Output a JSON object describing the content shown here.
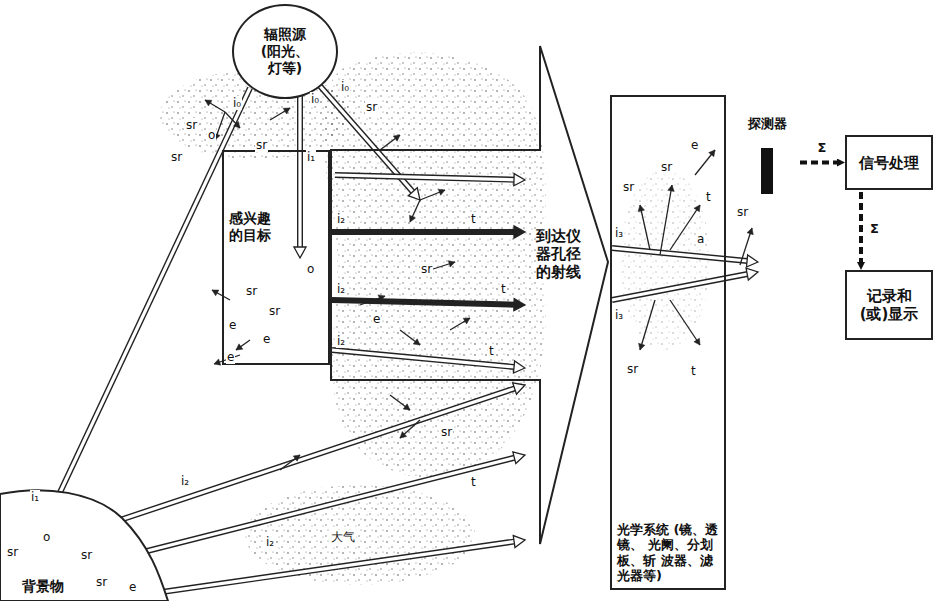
{
  "diagram": {
    "nodes": [
      {
        "text": [
          "辐照源 (阳光、 灯等)"
        ]
      },
      {
        "text": [
          "感兴趣 的目标"
        ]
      },
      {
        "text": [
          "背景物"
        ]
      },
      {
        "text": [
          "到达仪 器孔径 的射线"
        ]
      },
      {
        "text": [
          "光学系统 (镜、透镜、 光阑、分划板、斩 波器、滤光器等)"
        ]
      },
      {
        "text": [
          "探测器"
        ]
      },
      {
        "text": [
          "信号处理"
        ]
      },
      {
        "text": [
          "记录和 (或)显示"
        ]
      }
    ],
    "edges": [
      {
        "from": 5,
        "to": 6,
        "arrow": "to",
        "label": "Σ"
      },
      {
        "from": 6,
        "to": 7,
        "arrow": "to",
        "label": "Σ"
      }
    ],
    "labels": [
      "i₀",
      "i₀",
      "i₀",
      "sr",
      "sr",
      "o",
      "sr",
      "sr",
      "i₁",
      "o",
      "sr",
      "sr",
      "i₂",
      "i₂",
      "i₂",
      "e",
      "e",
      "e",
      "e",
      "t",
      "t",
      "t",
      "sr",
      "i₁",
      "o",
      "sr",
      "sr",
      "sr",
      "i₂",
      "i₂",
      "e",
      "sr",
      "t",
      "i₃",
      "i₃",
      "a",
      "sr",
      "sr",
      "e",
      "t",
      "sr",
      "t",
      "sr",
      "大气"
    ]
  }
}
